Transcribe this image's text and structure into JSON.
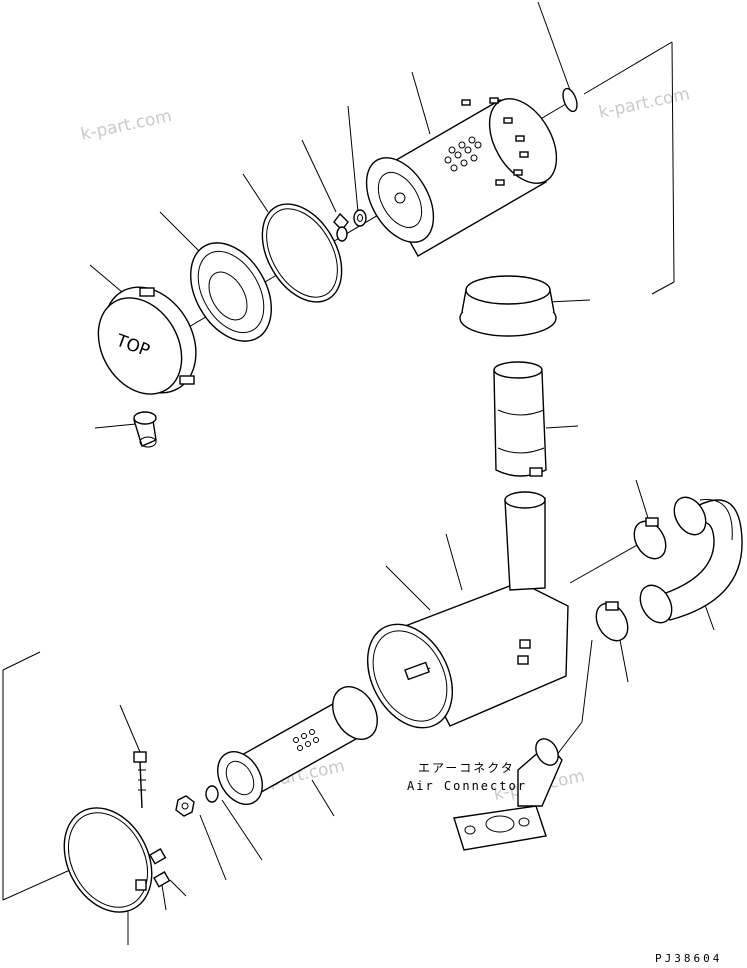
{
  "watermark": {
    "text": "k-part.com"
  },
  "labels": {
    "connector_jp": "エアーコネクタ",
    "connector_en": "Air Connector",
    "cover_text": "TOP"
  },
  "drawing_code": "PJ38604",
  "colors": {
    "line": "#000000",
    "background": "#ffffff",
    "watermark": "#c9c9c9"
  }
}
